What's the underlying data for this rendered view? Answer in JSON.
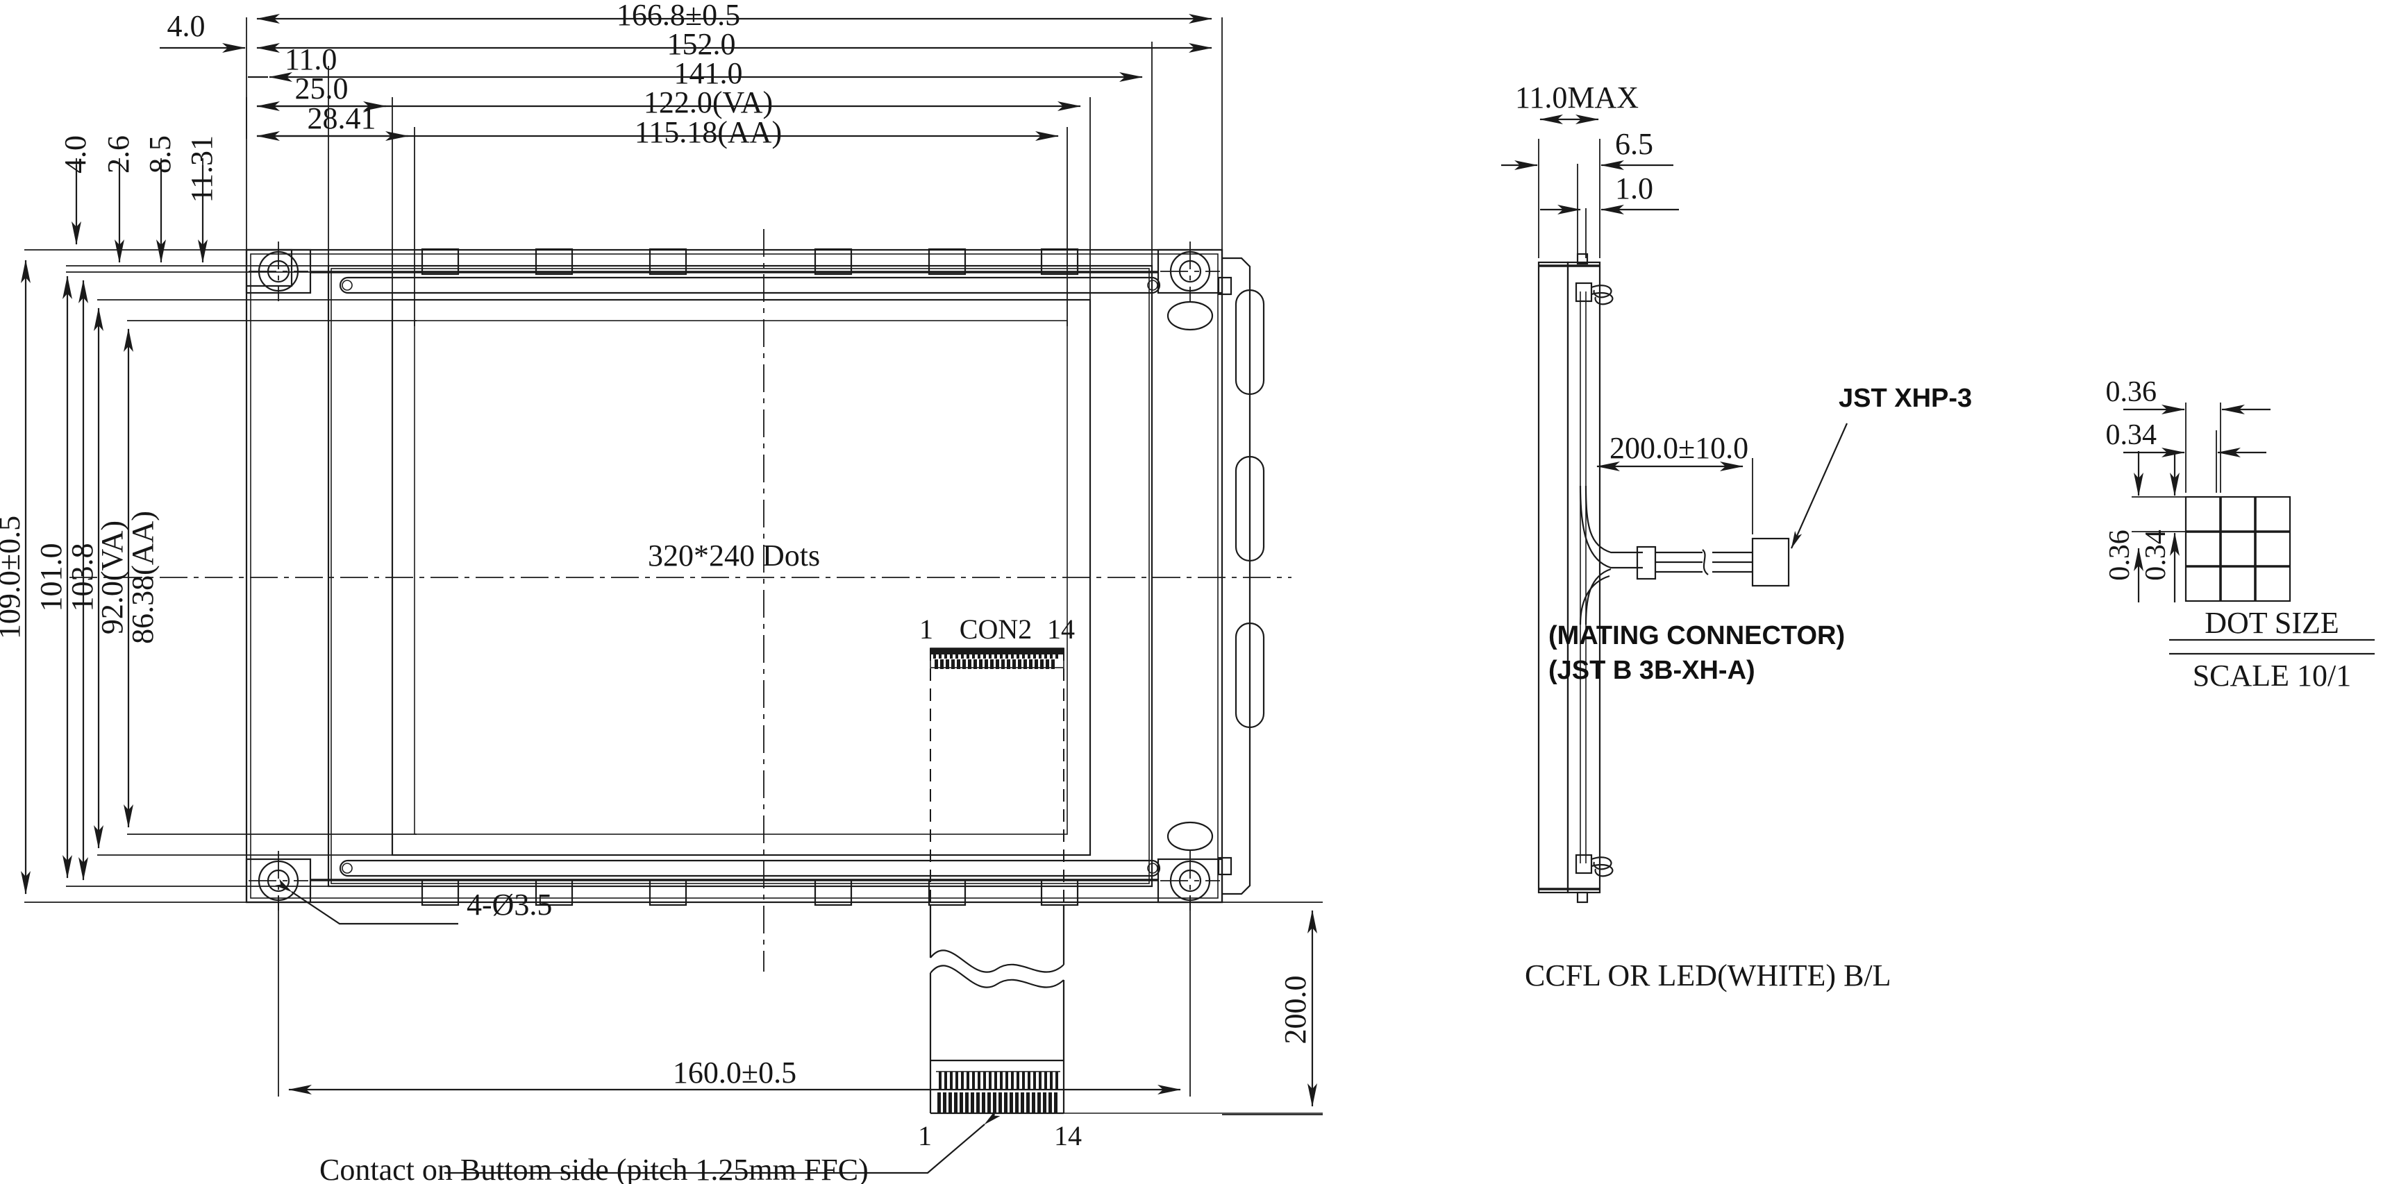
{
  "drawing": {
    "title": "LCD Module Outline Dimension Drawing",
    "units": "mm"
  },
  "front_view": {
    "horizontal_dimensions": [
      {
        "name": "overall-width",
        "value": "166.8±0.5"
      },
      {
        "name": "outer-frame-width",
        "value": "152.0"
      },
      {
        "name": "inner-frame-width",
        "value": "141.0"
      },
      {
        "name": "viewing-area-width",
        "value": "122.0(VA)"
      },
      {
        "name": "active-area-width",
        "value": "115.18(AA)"
      }
    ],
    "left_offsets": [
      {
        "name": "offset-4",
        "value": "4.0"
      },
      {
        "name": "offset-11",
        "value": "11.0"
      },
      {
        "name": "offset-25",
        "value": "25.0"
      },
      {
        "name": "offset-2841",
        "value": "28.41"
      }
    ],
    "top_offsets": [
      {
        "name": "top-offset-4",
        "value": "4.0"
      },
      {
        "name": "top-offset-26",
        "value": "2.6"
      },
      {
        "name": "top-offset-85",
        "value": "8.5"
      },
      {
        "name": "top-offset-1131",
        "value": "11.31"
      }
    ],
    "vertical_dimensions": [
      {
        "name": "overall-height",
        "value": "109.0±0.5"
      },
      {
        "name": "outer-frame-height",
        "value": "101.0"
      },
      {
        "name": "inner-frame-height",
        "value": "103.8"
      },
      {
        "name": "viewing-area-height",
        "value": "92.0(VA)"
      },
      {
        "name": "active-area-height",
        "value": "86.38(AA)"
      }
    ],
    "bottom_dimension": {
      "name": "mounting-hole-span",
      "value": "160.0±0.5"
    },
    "display_label": "320*240 Dots",
    "mounting_hole_note": "4-Ø3.5",
    "connector": {
      "label": "CON2",
      "pin_first": "1",
      "pin_last": "14"
    },
    "ffc": {
      "pin_first": "1",
      "pin_last": "14",
      "note": "Contact on Buttom side (pitch 1.25mm FFC)"
    }
  },
  "side_view": {
    "thickness_max": "11.0MAX",
    "dim_65": "6.5",
    "dim_10": "1.0",
    "cable_length": "200.0±10.0",
    "connector_callout": "JST XHP-3",
    "mating_line1": "(MATING CONNECTOR)",
    "mating_line2": "(JST B 3B-XH-A)",
    "ffc_length": "200.0",
    "backlight_note": "CCFL OR LED(WHITE) B/L"
  },
  "dot_detail": {
    "pitch_h": "0.36",
    "dot_w": "0.34",
    "pitch_v": "0.36",
    "dot_h": "0.34",
    "title": "DOT SIZE",
    "scale": "SCALE 10/1"
  },
  "colors": {
    "line": "#1a1a1a",
    "background": "#ffffff"
  }
}
